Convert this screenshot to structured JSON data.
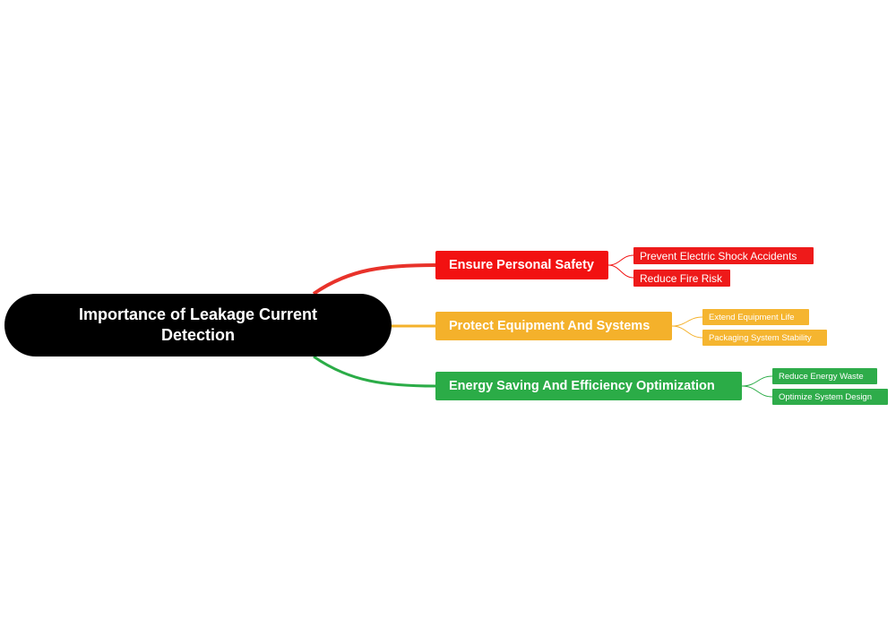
{
  "root": {
    "title": "Importance of Leakage Current Detection"
  },
  "branches": [
    {
      "label": "Ensure Personal Safety",
      "color": "#f21111",
      "children": [
        "Prevent Electric Shock Accidents",
        "Reduce Fire Risk"
      ]
    },
    {
      "label": "Protect Equipment And Systems",
      "color": "#f4b12b",
      "children": [
        "Extend Equipment Life",
        "Packaging System Stability"
      ]
    },
    {
      "label": "Energy Saving And Efficiency Optimization",
      "color": "#2bac47",
      "children": [
        "Reduce Energy Waste",
        "Optimize System Design"
      ]
    }
  ]
}
